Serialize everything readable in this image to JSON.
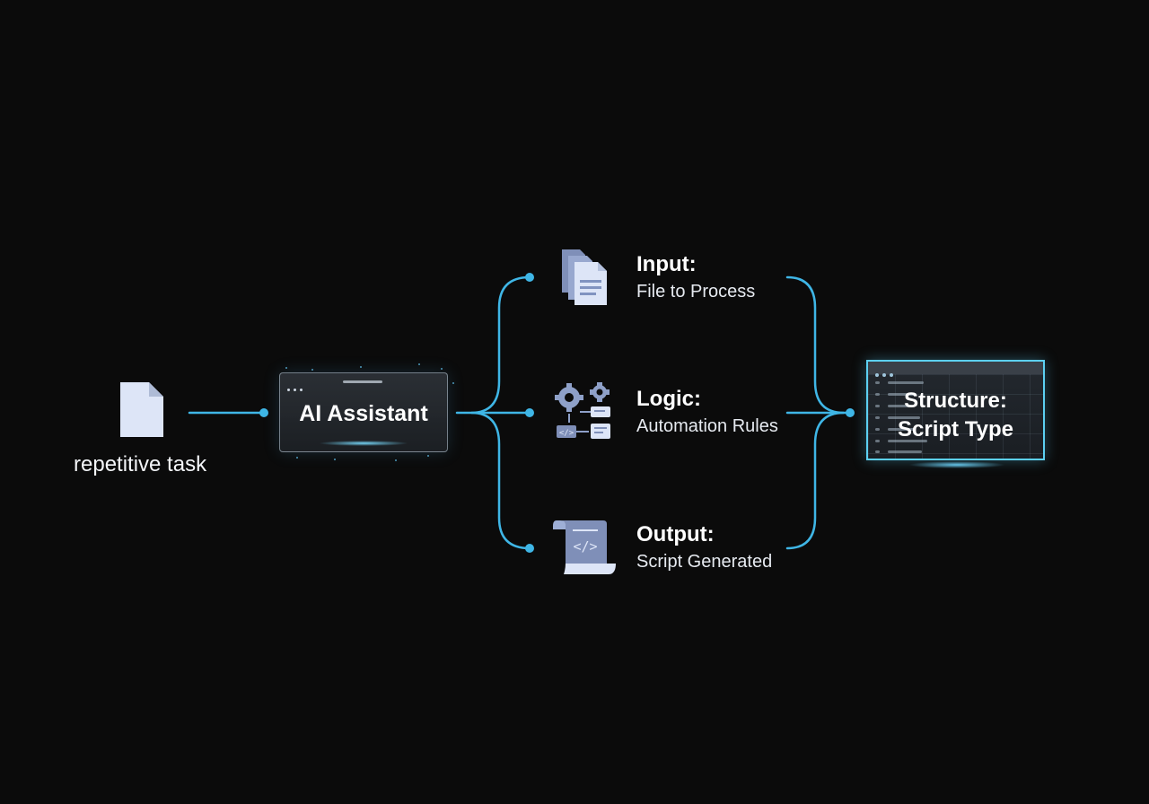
{
  "diagram": {
    "source": {
      "icon": "document-icon",
      "label": "repetitive task"
    },
    "assistant": {
      "label": "AI Assistant"
    },
    "branches": [
      {
        "id": "input",
        "icon": "files-icon",
        "title": "Input:",
        "subtitle": "File to Process"
      },
      {
        "id": "logic",
        "icon": "gears-flow-icon",
        "title": "Logic:",
        "subtitle": "Automation Rules"
      },
      {
        "id": "output",
        "icon": "code-scroll-icon",
        "title": "Output:",
        "subtitle": "Script Generated"
      }
    ],
    "result": {
      "line1": "Structure:",
      "line2": "Script Type"
    }
  },
  "colors": {
    "background": "#0b0b0b",
    "connector": "#3fb6e6",
    "icon_fill": "#7f8fb8",
    "icon_light": "#dde5f7",
    "text": "#ffffff"
  }
}
